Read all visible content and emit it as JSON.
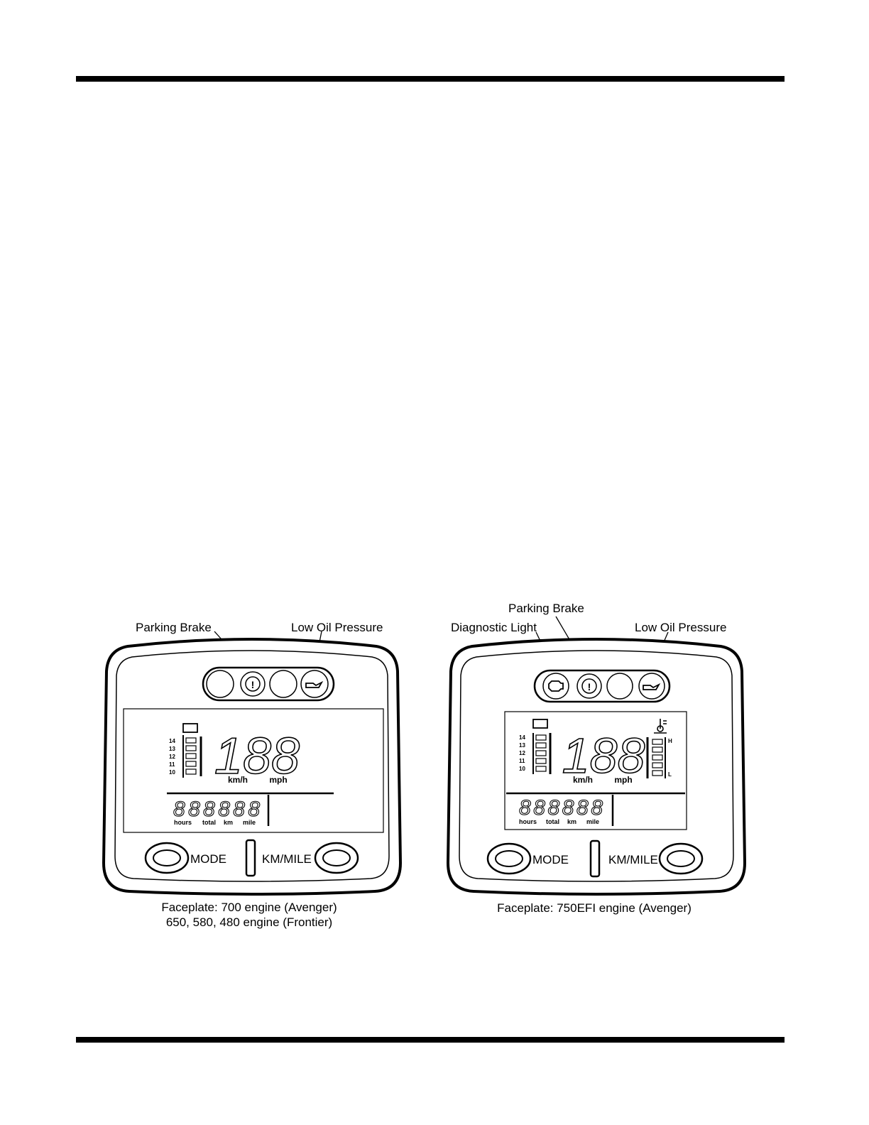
{
  "left_faceplate": {
    "labels": {
      "parking_brake": "Parking Brake",
      "low_oil_pressure": "Low Oil Pressure"
    },
    "lcd": {
      "volt_scale": [
        "14",
        "13",
        "12",
        "11",
        "10"
      ],
      "speed_digits": "188",
      "unit_kmh": "km/h",
      "unit_mph": "mph",
      "odometer": "888888",
      "odo_units": [
        "hours",
        "total",
        "km",
        "mile"
      ]
    },
    "buttons": {
      "mode": "MODE",
      "km_mile": "KM/MILE"
    },
    "caption_line1": "Faceplate: 700 engine (Avenger)",
    "caption_line2": "650, 580, 480 engine (Frontier)"
  },
  "right_faceplate": {
    "labels": {
      "parking_brake": "Parking Brake",
      "diagnostic_light": "Diagnostic Light",
      "low_oil_pressure": "Low Oil Pressure"
    },
    "lcd": {
      "volt_scale": [
        "14",
        "13",
        "12",
        "11",
        "10"
      ],
      "temp_scale": [
        "H",
        "L"
      ],
      "speed_digits": "188",
      "unit_kmh": "km/h",
      "unit_mph": "mph",
      "odometer": "888888",
      "odo_units": [
        "hours",
        "total",
        "km",
        "mile"
      ]
    },
    "buttons": {
      "mode": "MODE",
      "km_mile": "KM/MILE"
    },
    "caption_line1": "Faceplate: 750EFI engine (Avenger)"
  }
}
